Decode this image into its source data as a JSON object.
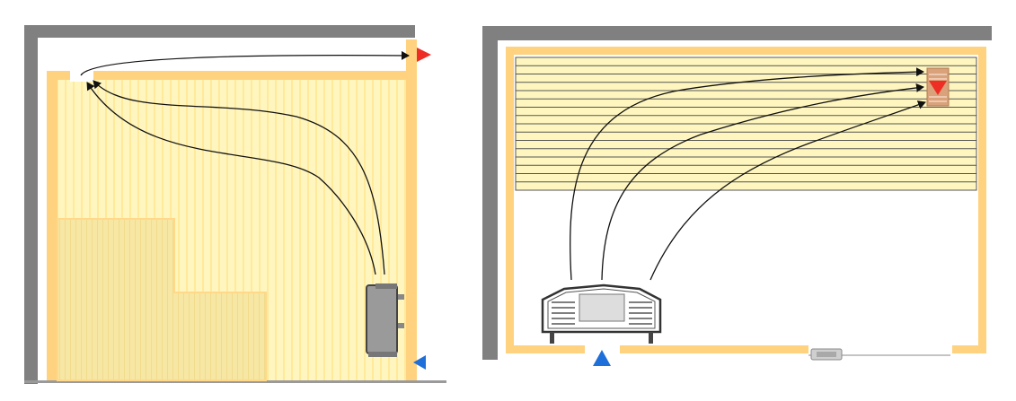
{
  "colors": {
    "wall": "#808080",
    "frame": "#ffd27f",
    "panel": "#fff6bf",
    "panel_stripe": "#ffe99a",
    "bench": "#fbeba6",
    "bench_edge": "#ffd88a",
    "arrow": "#111111",
    "outlet_marker": "#ee2d24",
    "inlet_marker": "#1e6fd9",
    "heater_body": "#9a9a9a",
    "heater_dark": "#333333",
    "vent_grille": "#d9a27a",
    "door_line": "#b0b0b0"
  },
  "diagrams": [
    {
      "view": "section",
      "icons": [
        "heater-icon",
        "air-outlet-marker",
        "air-inlet-marker"
      ],
      "airflow_arrows": 3
    },
    {
      "view": "plan",
      "icons": [
        "heater-icon",
        "ceiling-vent-icon",
        "air-outlet-marker",
        "air-inlet-marker",
        "door-handle-icon"
      ],
      "airflow_arrows": 3
    }
  ]
}
